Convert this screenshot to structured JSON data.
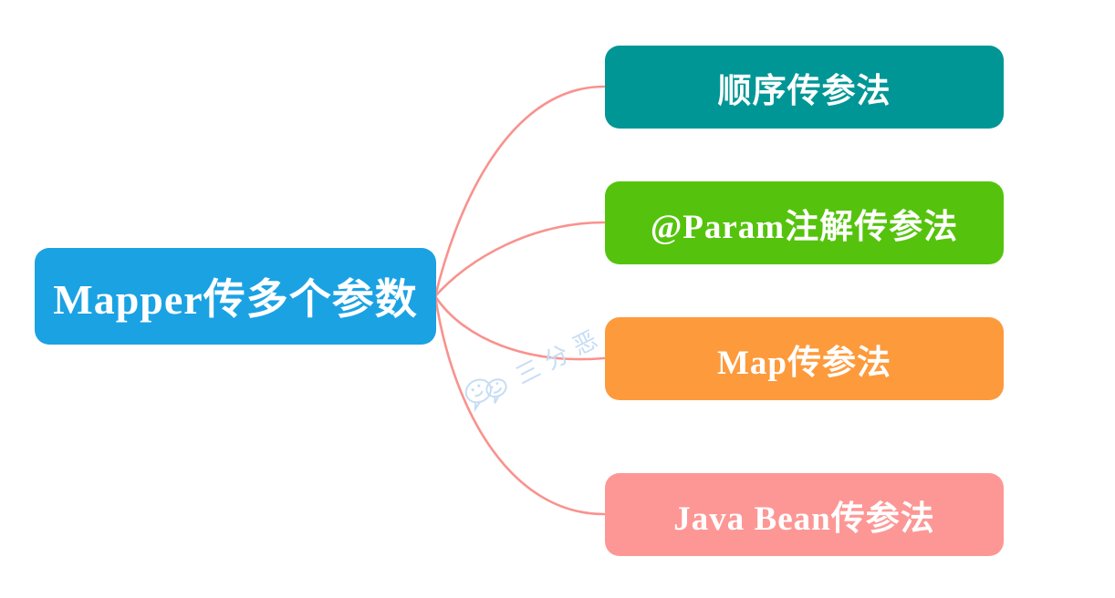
{
  "diagram": {
    "type": "mindmap",
    "background_color": "#ffffff",
    "connector_color": "#f9928e",
    "root": {
      "label": "Mapper传多个参数",
      "color": "#1ba2e3",
      "text_color": "#ffffff"
    },
    "children": [
      {
        "label": "顺序传参法",
        "color": "#009695",
        "text_color": "#ffffff"
      },
      {
        "label": "@Param注解传参法",
        "color": "#55c30d",
        "text_color": "#ffffff"
      },
      {
        "label": "Map传参法",
        "color": "#fd9a3c",
        "text_color": "#ffffff"
      },
      {
        "label": "Java Bean传参法",
        "color": "#fd9795",
        "text_color": "#ffffff"
      }
    ],
    "watermark": {
      "text": "三分恶",
      "icon": "wechat-icon",
      "color": "#c7ddf5"
    }
  }
}
